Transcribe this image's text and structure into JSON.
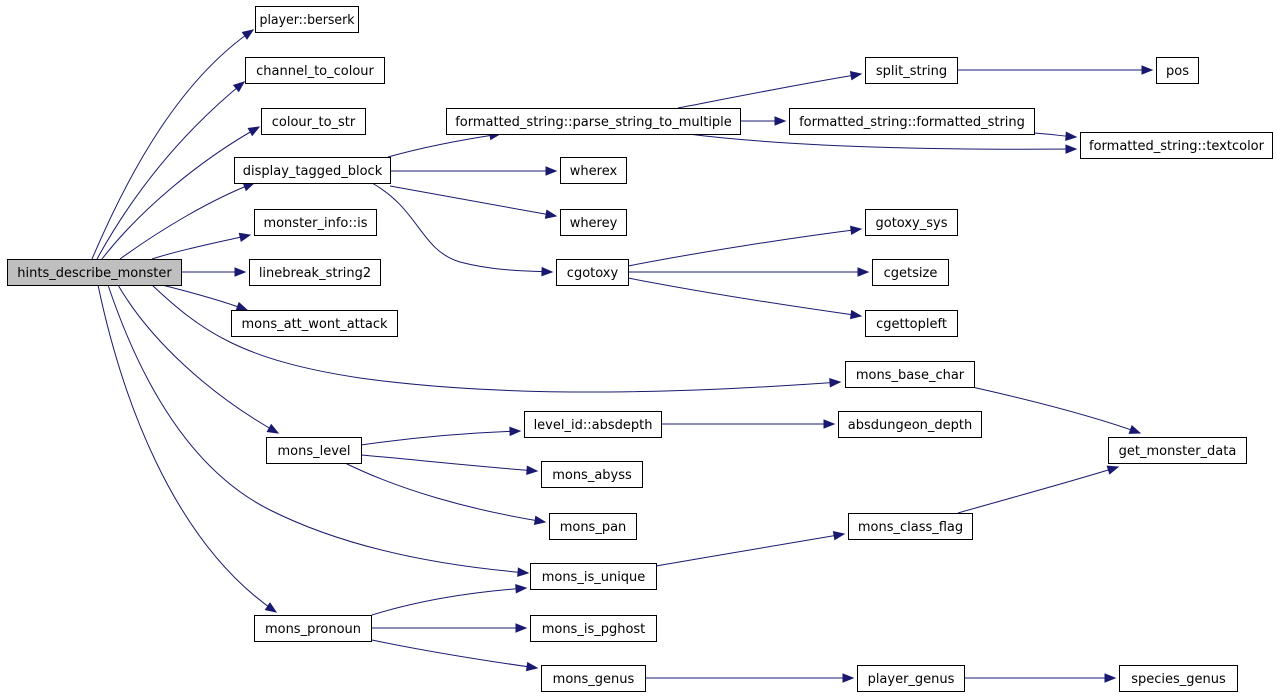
{
  "colors": {
    "edge": "#191970",
    "node_fill": "#ffffff",
    "root_fill": "#bfbfbf",
    "node_border": "#000000"
  },
  "nodes": [
    {
      "id": "hints_describe_monster",
      "label": "hints_describe_monster",
      "root": true
    },
    {
      "id": "player_berserk",
      "label": "player::berserk"
    },
    {
      "id": "channel_to_colour",
      "label": "channel_to_colour"
    },
    {
      "id": "colour_to_str",
      "label": "colour_to_str"
    },
    {
      "id": "display_tagged_block",
      "label": "display_tagged_block"
    },
    {
      "id": "monster_info_is",
      "label": "monster_info::is"
    },
    {
      "id": "linebreak_string2",
      "label": "linebreak_string2"
    },
    {
      "id": "mons_att_wont_attack",
      "label": "mons_att_wont_attack"
    },
    {
      "id": "mons_level",
      "label": "mons_level"
    },
    {
      "id": "mons_pronoun",
      "label": "mons_pronoun"
    },
    {
      "id": "parse_string_to_multiple",
      "label": "formatted_string::parse_string_to_multiple"
    },
    {
      "id": "wherex",
      "label": "wherex"
    },
    {
      "id": "wherey",
      "label": "wherey"
    },
    {
      "id": "cgotoxy",
      "label": "cgotoxy"
    },
    {
      "id": "split_string",
      "label": "split_string"
    },
    {
      "id": "pos",
      "label": "pos"
    },
    {
      "id": "fs_formatted_string",
      "label": "formatted_string::formatted_string"
    },
    {
      "id": "fs_textcolor",
      "label": "formatted_string::textcolor"
    },
    {
      "id": "gotoxy_sys",
      "label": "gotoxy_sys"
    },
    {
      "id": "cgetsize",
      "label": "cgetsize"
    },
    {
      "id": "cgettopleft",
      "label": "cgettopleft"
    },
    {
      "id": "mons_base_char",
      "label": "mons_base_char"
    },
    {
      "id": "get_monster_data",
      "label": "get_monster_data"
    },
    {
      "id": "level_id_absdepth",
      "label": "level_id::absdepth"
    },
    {
      "id": "absdungeon_depth",
      "label": "absdungeon_depth"
    },
    {
      "id": "mons_abyss",
      "label": "mons_abyss"
    },
    {
      "id": "mons_pan",
      "label": "mons_pan"
    },
    {
      "id": "mons_class_flag",
      "label": "mons_class_flag"
    },
    {
      "id": "mons_is_unique",
      "label": "mons_is_unique"
    },
    {
      "id": "mons_is_pghost",
      "label": "mons_is_pghost"
    },
    {
      "id": "mons_genus",
      "label": "mons_genus"
    },
    {
      "id": "player_genus",
      "label": "player_genus"
    },
    {
      "id": "species_genus",
      "label": "species_genus"
    }
  ],
  "edges": [
    {
      "from": "hints_describe_monster",
      "to": "player_berserk"
    },
    {
      "from": "hints_describe_monster",
      "to": "channel_to_colour"
    },
    {
      "from": "hints_describe_monster",
      "to": "colour_to_str"
    },
    {
      "from": "hints_describe_monster",
      "to": "display_tagged_block"
    },
    {
      "from": "hints_describe_monster",
      "to": "monster_info_is"
    },
    {
      "from": "hints_describe_monster",
      "to": "linebreak_string2"
    },
    {
      "from": "hints_describe_monster",
      "to": "mons_att_wont_attack"
    },
    {
      "from": "hints_describe_monster",
      "to": "mons_base_char"
    },
    {
      "from": "hints_describe_monster",
      "to": "mons_level"
    },
    {
      "from": "hints_describe_monster",
      "to": "mons_is_unique"
    },
    {
      "from": "hints_describe_monster",
      "to": "mons_pronoun"
    },
    {
      "from": "display_tagged_block",
      "to": "parse_string_to_multiple"
    },
    {
      "from": "display_tagged_block",
      "to": "wherex"
    },
    {
      "from": "display_tagged_block",
      "to": "wherey"
    },
    {
      "from": "display_tagged_block",
      "to": "cgotoxy"
    },
    {
      "from": "display_tagged_block",
      "to": "fs_textcolor"
    },
    {
      "from": "parse_string_to_multiple",
      "to": "split_string"
    },
    {
      "from": "parse_string_to_multiple",
      "to": "fs_formatted_string"
    },
    {
      "from": "split_string",
      "to": "pos"
    },
    {
      "from": "fs_formatted_string",
      "to": "fs_textcolor"
    },
    {
      "from": "cgotoxy",
      "to": "gotoxy_sys"
    },
    {
      "from": "cgotoxy",
      "to": "cgetsize"
    },
    {
      "from": "cgotoxy",
      "to": "cgettopleft"
    },
    {
      "from": "mons_base_char",
      "to": "get_monster_data"
    },
    {
      "from": "mons_level",
      "to": "level_id_absdepth"
    },
    {
      "from": "mons_level",
      "to": "mons_abyss"
    },
    {
      "from": "mons_level",
      "to": "mons_pan"
    },
    {
      "from": "level_id_absdepth",
      "to": "absdungeon_depth"
    },
    {
      "from": "mons_class_flag",
      "to": "get_monster_data"
    },
    {
      "from": "mons_is_unique",
      "to": "mons_class_flag"
    },
    {
      "from": "mons_pronoun",
      "to": "mons_is_unique"
    },
    {
      "from": "mons_pronoun",
      "to": "mons_is_pghost"
    },
    {
      "from": "mons_pronoun",
      "to": "mons_genus"
    },
    {
      "from": "mons_genus",
      "to": "player_genus"
    },
    {
      "from": "player_genus",
      "to": "species_genus"
    }
  ]
}
